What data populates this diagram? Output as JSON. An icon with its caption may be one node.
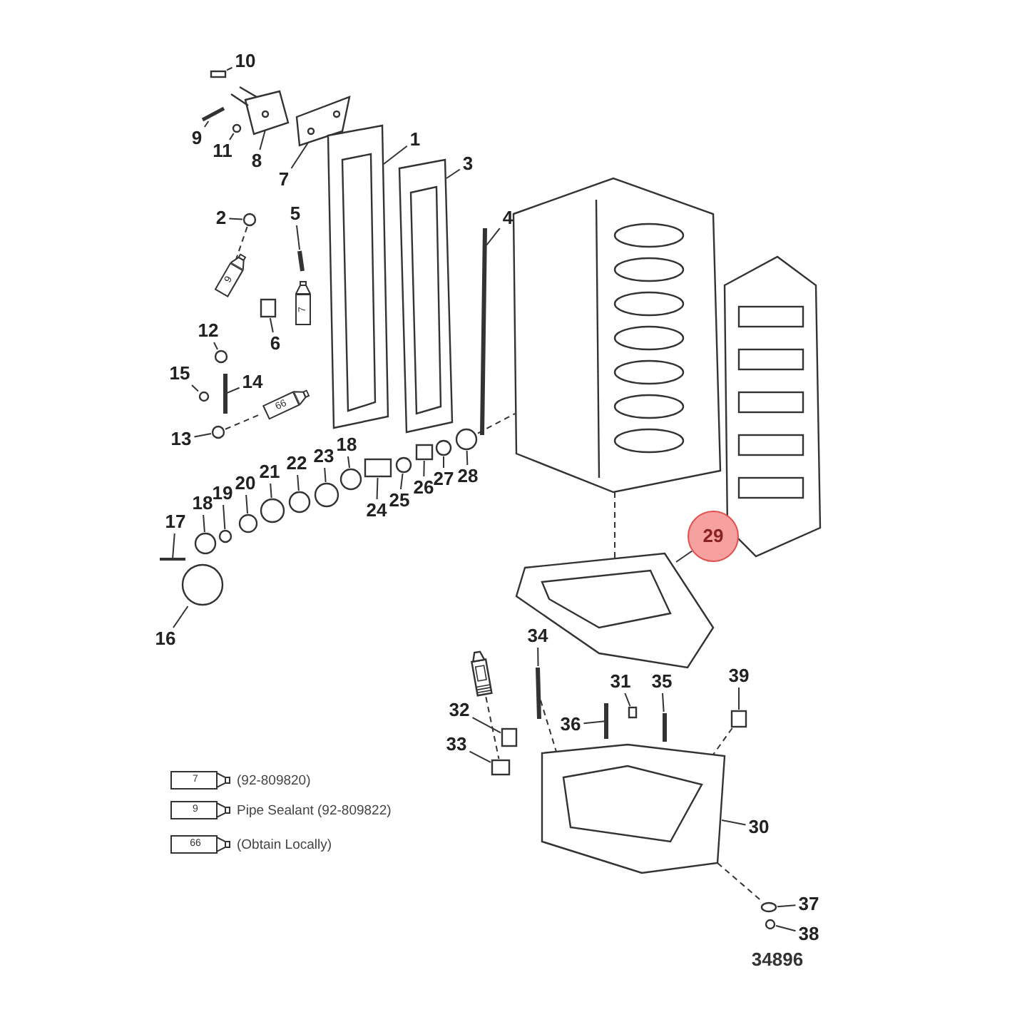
{
  "diagram": {
    "nodes": [
      {
        "text": [
          "10"
        ]
      },
      {
        "text": [
          "9"
        ]
      },
      {
        "text": [
          "11"
        ]
      },
      {
        "text": [
          "8"
        ]
      },
      {
        "text": [
          "7"
        ]
      },
      {
        "text": [
          "1"
        ]
      },
      {
        "text": [
          "3"
        ]
      },
      {
        "text": [
          "4"
        ]
      },
      {
        "text": [
          "2"
        ]
      },
      {
        "text": [
          "5"
        ]
      },
      {
        "text": [
          "6"
        ]
      },
      {
        "text": [
          "12"
        ]
      },
      {
        "text": [
          "15"
        ]
      },
      {
        "text": [
          "14"
        ]
      },
      {
        "text": [
          "13"
        ]
      },
      {
        "text": [
          "18"
        ]
      },
      {
        "text": [
          "23"
        ]
      },
      {
        "text": [
          "22"
        ]
      },
      {
        "text": [
          "21"
        ]
      },
      {
        "text": [
          "20"
        ]
      },
      {
        "text": [
          "19"
        ]
      },
      {
        "text": [
          "18"
        ]
      },
      {
        "text": [
          "17"
        ]
      },
      {
        "text": [
          "16"
        ]
      },
      {
        "text": [
          "24"
        ]
      },
      {
        "text": [
          "25"
        ]
      },
      {
        "text": [
          "26"
        ]
      },
      {
        "text": [
          "27"
        ]
      },
      {
        "text": [
          "28"
        ]
      },
      {
        "text": [
          "29"
        ]
      },
      {
        "text": [
          "34"
        ]
      },
      {
        "text": [
          "31"
        ]
      },
      {
        "text": [
          "35"
        ]
      },
      {
        "text": [
          "32"
        ]
      },
      {
        "text": [
          "36"
        ]
      },
      {
        "text": [
          "39"
        ]
      },
      {
        "text": [
          "33"
        ]
      },
      {
        "text": [
          "30"
        ]
      },
      {
        "text": [
          "37"
        ]
      },
      {
        "text": [
          "38"
        ]
      },
      {
        "text": [],
        "shape": "box"
      },
      {
        "text": [],
        "shape": "bar"
      },
      {
        "text": [],
        "shape": "circle"
      },
      {
        "text": [],
        "shape": "picture"
      },
      {
        "text": [],
        "shape": "picture"
      },
      {
        "text": [],
        "shape": "picture"
      },
      {
        "text": [],
        "shape": "picture"
      },
      {
        "text": [],
        "shape": "bar"
      },
      {
        "text": [],
        "shape": "circle"
      },
      {
        "text": [],
        "shape": "bar"
      },
      {
        "text": [],
        "shape": "box"
      },
      {
        "text": [],
        "shape": "circle"
      },
      {
        "text": [],
        "shape": "circle"
      },
      {
        "text": [],
        "shape": "bar"
      },
      {
        "text": [],
        "shape": "circle"
      },
      {
        "text": [],
        "shape": "circle"
      },
      {
        "text": [],
        "shape": "circle"
      },
      {
        "text": [],
        "shape": "circle"
      },
      {
        "text": [],
        "shape": "circle"
      },
      {
        "text": [],
        "shape": "circle"
      },
      {
        "text": [],
        "shape": "circle"
      },
      {
        "text": [],
        "shape": "circle"
      },
      {
        "text": [],
        "shape": "bar"
      },
      {
        "text": [],
        "shape": "circle"
      },
      {
        "text": [],
        "shape": "box"
      },
      {
        "text": [],
        "shape": "circle"
      },
      {
        "text": [],
        "shape": "box"
      },
      {
        "text": [],
        "shape": "circle"
      },
      {
        "text": [],
        "shape": "circle"
      },
      {
        "text": [],
        "shape": "picture"
      },
      {
        "text": [],
        "shape": "bar"
      },
      {
        "text": [],
        "shape": "box"
      },
      {
        "text": [],
        "shape": "bar"
      },
      {
        "text": [],
        "shape": "box"
      },
      {
        "text": [],
        "shape": "bar"
      },
      {
        "text": [],
        "shape": "box"
      },
      {
        "text": [],
        "shape": "box"
      },
      {
        "text": [],
        "shape": "picture"
      },
      {
        "text": [],
        "shape": "circle"
      },
      {
        "text": [],
        "shape": "circle"
      },
      {
        "text": [],
        "shape": "picture"
      },
      {
        "text": [
          "9"
        ]
      },
      {
        "text": [
          "7"
        ]
      },
      {
        "text": [
          "66"
        ]
      },
      {
        "text": [],
        "shape": "picture"
      }
    ],
    "edges": [
      {
        "from": 0,
        "to": 40,
        "arrow": "none"
      },
      {
        "from": 1,
        "to": 41,
        "arrow": "none"
      },
      {
        "from": 2,
        "to": 42,
        "arrow": "none"
      },
      {
        "from": 3,
        "to": 43,
        "arrow": "none"
      },
      {
        "from": 4,
        "to": 44,
        "arrow": "none"
      },
      {
        "from": 5,
        "to": 45,
        "arrow": "none"
      },
      {
        "from": 6,
        "to": 46,
        "arrow": "none"
      },
      {
        "from": 7,
        "to": 47,
        "arrow": "none"
      },
      {
        "from": 8,
        "to": 48,
        "arrow": "none"
      },
      {
        "from": 9,
        "to": 49,
        "arrow": "none"
      },
      {
        "from": 10,
        "to": 50,
        "arrow": "none"
      },
      {
        "from": 11,
        "to": 51,
        "arrow": "none"
      },
      {
        "from": 12,
        "to": 52,
        "arrow": "none"
      },
      {
        "from": 13,
        "to": 53,
        "arrow": "none"
      },
      {
        "from": 14,
        "to": 54,
        "arrow": "none"
      },
      {
        "from": 15,
        "to": 55,
        "arrow": "none"
      },
      {
        "from": 16,
        "to": 56,
        "arrow": "none"
      },
      {
        "from": 17,
        "to": 57,
        "arrow": "none"
      },
      {
        "from": 18,
        "to": 58,
        "arrow": "none"
      },
      {
        "from": 19,
        "to": 59,
        "arrow": "none"
      },
      {
        "from": 20,
        "to": 60,
        "arrow": "none"
      },
      {
        "from": 21,
        "to": 61,
        "arrow": "none"
      },
      {
        "from": 22,
        "to": 62,
        "arrow": "none"
      },
      {
        "from": 23,
        "to": 63,
        "arrow": "none"
      },
      {
        "from": 24,
        "to": 64,
        "arrow": "none"
      },
      {
        "from": 25,
        "to": 65,
        "arrow": "none"
      },
      {
        "from": 26,
        "to": 66,
        "arrow": "none"
      },
      {
        "from": 27,
        "to": 67,
        "arrow": "none"
      },
      {
        "from": 28,
        "to": 68,
        "arrow": "none"
      },
      {
        "from": 29,
        "to": 69,
        "arrow": "none"
      },
      {
        "from": 30,
        "to": 70,
        "arrow": "none"
      },
      {
        "from": 31,
        "to": 71,
        "arrow": "none"
      },
      {
        "from": 32,
        "to": 72,
        "arrow": "none"
      },
      {
        "from": 33,
        "to": 73,
        "arrow": "none"
      },
      {
        "from": 34,
        "to": 74,
        "arrow": "none"
      },
      {
        "from": 35,
        "to": 75,
        "arrow": "none"
      },
      {
        "from": 36,
        "to": 76,
        "arrow": "none"
      },
      {
        "from": 37,
        "to": 77,
        "arrow": "none"
      },
      {
        "from": 38,
        "to": 78,
        "arrow": "none"
      },
      {
        "from": 39,
        "to": 79,
        "arrow": "none"
      },
      {
        "from": 48,
        "to": 81,
        "arrow": "none",
        "style": "dashed"
      },
      {
        "from": 54,
        "to": 83,
        "arrow": "none",
        "style": "dashed"
      },
      {
        "from": 68,
        "to": 80,
        "arrow": "none",
        "style": "dashed"
      },
      {
        "from": 80,
        "to": 69,
        "arrow": "none",
        "style": "dashed"
      },
      {
        "from": 84,
        "to": 76,
        "arrow": "none",
        "style": "dashed"
      },
      {
        "from": 70,
        "to": 77,
        "arrow": "none",
        "style": "dashed"
      },
      {
        "from": 75,
        "to": 77,
        "arrow": "none",
        "style": "dashed"
      },
      {
        "from": 77,
        "to": 78,
        "arrow": "none",
        "style": "dashed"
      }
    ],
    "labels": [
      "7",
      "9",
      "66",
      "34896"
    ],
    "legend": [
      {
        "text": "(92-809820)"
      },
      {
        "text": "Pipe Sealant (92-809822)"
      },
      {
        "text": "(Obtain Locally)"
      }
    ]
  }
}
